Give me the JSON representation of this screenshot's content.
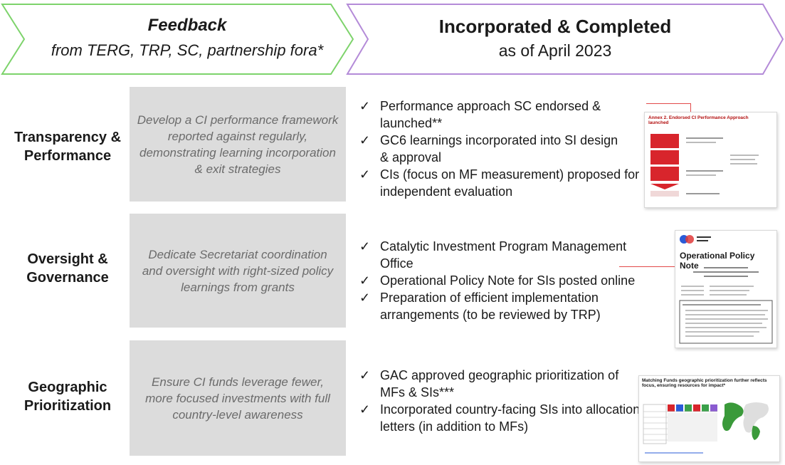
{
  "header": {
    "feedback_title": "Feedback",
    "feedback_sub": "from TERG, TRP, SC, partnership fora*",
    "incorporated_title": "Incorporated & Completed",
    "incorporated_sub": "as of April 2023"
  },
  "colors": {
    "feedback_chevron": "#7dd36b",
    "incorporated_chevron": "#b48bd8",
    "gray_box": "#dcdcdc",
    "connector": "#e24a4a"
  },
  "rows": [
    {
      "label_line1": "Transparency &",
      "label_line2": "Performance",
      "feedback": "Develop a CI performance framework reported against regularly, demonstrating learning incorporation & exit strategies",
      "items": [
        "Performance approach SC endorsed & launched**",
        "GC6 learnings incorporated into SI design & approval",
        "CIs (focus on MF measurement) proposed for independent evaluation"
      ],
      "thumbnail_title": "Annex 2. Endorsed CI Performance Approach launched"
    },
    {
      "label_line1": "Oversight &",
      "label_line2": "Governance",
      "feedback": "Dedicate Secretariat coordination and oversight with right-sized policy learnings from grants",
      "items": [
        "Catalytic Investment Program Management Office",
        "Operational Policy Note for SIs posted online",
        "Preparation of efficient implementation arrangements (to be reviewed by TRP)"
      ],
      "thumbnail_title": "Operational Policy Note"
    },
    {
      "label_line1": "Geographic",
      "label_line2": "Prioritization",
      "feedback": "Ensure CI funds leverage fewer, more focused investments with full country-level awareness",
      "items": [
        "GAC approved geographic prioritization of MFs & SIs***",
        "Incorporated country-facing SIs into allocation letters (in addition to MFs)"
      ],
      "thumbnail_title": "Matching Funds geographic prioritization further reflects focus, ensuring resources for impact*"
    }
  ],
  "check_symbol": "✓"
}
